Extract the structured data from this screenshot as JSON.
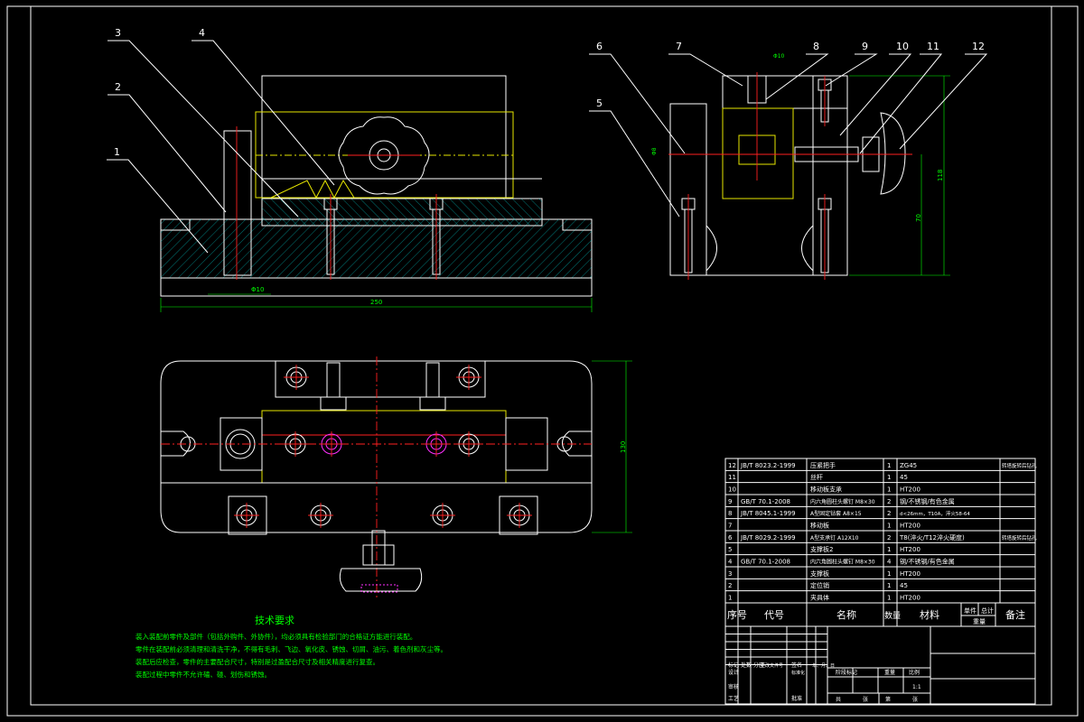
{
  "balloons": [
    "1",
    "2",
    "3",
    "4",
    "5",
    "6",
    "7",
    "8",
    "9",
    "10",
    "11",
    "12"
  ],
  "dimensions": {
    "front_width": "250",
    "front_hole": "Φ10",
    "side_height_overall": "118",
    "side_height_center": "70",
    "side_top_hole": "Φ10",
    "side_left_hole": "Φ8",
    "plan_depth": "130"
  },
  "tech_requirements": {
    "title": "技术要求",
    "lines": [
      "装入装配前零件及部件（包括外购件、外协件），均必须具有检验部门的合格证方能进行装配。",
      "零件在装配前必须清理和清洗干净，不得有毛刺、飞边、氧化皮、锈蚀、切屑、油污、着色剂和灰尘等。",
      "装配后应检查，零件的主要配合尺寸，特别是过盈配合尺寸及相关精度进行复查。",
      "装配过程中零件不允许磕、碰、划伤和锈蚀。"
    ]
  },
  "bom": {
    "headers": [
      "序号",
      "代号",
      "名称",
      "数量",
      "材料",
      "单件",
      "总计",
      "备注"
    ],
    "header_sub": "重量",
    "rows": [
      {
        "no": "12",
        "code": "JB/T 8023.2-1999",
        "name": "压紧把手",
        "qty": "1",
        "mat": "ZG45",
        "note": "转塔旋转后钻孔"
      },
      {
        "no": "11",
        "code": "",
        "name": "丝杆",
        "qty": "1",
        "mat": "45",
        "note": ""
      },
      {
        "no": "10",
        "code": "",
        "name": "移动板支承",
        "qty": "1",
        "mat": "HT200",
        "note": ""
      },
      {
        "no": "9",
        "code": "GB/T 70.1-2008",
        "name": "内六角圆柱头螺钉 M8×30",
        "qty": "2",
        "mat": "钢/不锈钢/有色金属",
        "note": ""
      },
      {
        "no": "8",
        "code": "JB/T 8045.1-1999",
        "name": "A型固定钻套 A8×15",
        "qty": "2",
        "mat": "d<26mm，T10A，淬火58-64",
        "note": ""
      },
      {
        "no": "7",
        "code": "",
        "name": "移动板",
        "qty": "1",
        "mat": "HT200",
        "note": ""
      },
      {
        "no": "6",
        "code": "JB/T 8029.2-1999",
        "name": "A型支承钉 A12X10",
        "qty": "2",
        "mat": "T8(淬火/T12淬火硬度)",
        "note": "转塔旋转后钻孔"
      },
      {
        "no": "5",
        "code": "",
        "name": "支撑板2",
        "qty": "1",
        "mat": "HT200",
        "note": ""
      },
      {
        "no": "4",
        "code": "GB/T 70.1-2008",
        "name": "内六角圆柱头螺钉 M8×30",
        "qty": "4",
        "mat": "钢/不锈钢/有色金属",
        "note": ""
      },
      {
        "no": "3",
        "code": "",
        "name": "支撑板",
        "qty": "1",
        "mat": "HT200",
        "note": ""
      },
      {
        "no": "2",
        "code": "",
        "name": "定位销",
        "qty": "1",
        "mat": "45",
        "note": ""
      },
      {
        "no": "1",
        "code": "",
        "name": "夹具体",
        "qty": "1",
        "mat": "HT200",
        "note": ""
      }
    ]
  },
  "title_block": {
    "labels": [
      "标记",
      "处数",
      "分区",
      "更改文件号",
      "签名",
      "年、月、日",
      "设计",
      "标准化",
      "阶段标记",
      "重量",
      "比例",
      "审核",
      "工艺",
      "批准",
      "共",
      "张",
      "第",
      "张"
    ],
    "scale": "1:1"
  },
  "colors": {
    "background": "#000000",
    "outline": "#ffffff",
    "section_hatch": "#00c8c8",
    "workpiece": "#e6e600",
    "centerline": "#ff2020",
    "threads": "#ff30ff",
    "notes": "#00ff00"
  }
}
